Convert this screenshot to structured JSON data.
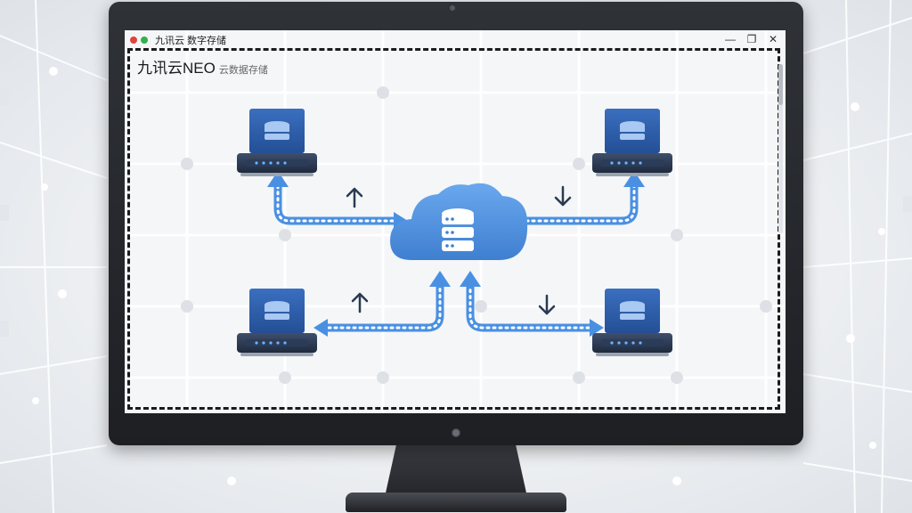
{
  "window": {
    "title": "九讯云 数字存储",
    "brand_name": "九讯云NEO",
    "brand_subtitle": "云数据存储",
    "controls": {
      "minimize": "—",
      "restore": "❐",
      "close": "✕"
    }
  },
  "diagram": {
    "central_node_icon": "cloud-database-icon",
    "client_icon": "server-laptop-icon",
    "flow_icons": [
      "up-arrow-icon",
      "down-arrow-icon",
      "up-arrow-icon",
      "down-arrow-icon"
    ]
  },
  "colors": {
    "accent": "#4a90e2",
    "cloud": "#4e8fd8",
    "device": "#2e5da8",
    "bezel": "#26282c"
  }
}
